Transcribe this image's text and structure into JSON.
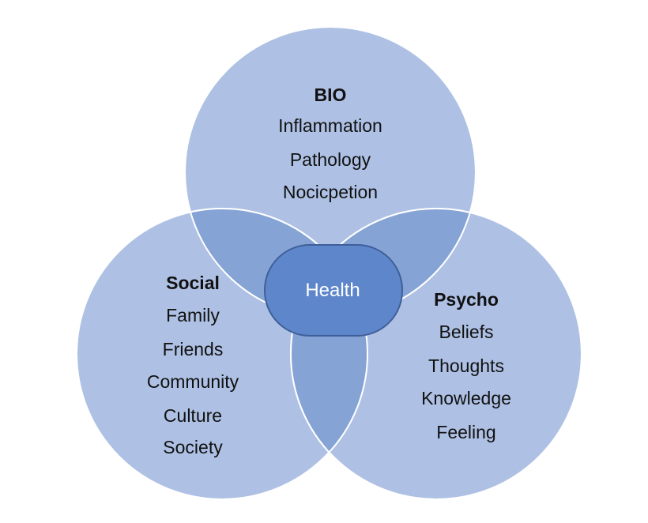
{
  "diagram": {
    "bio": {
      "title": "BIO",
      "items": [
        "Inflammation",
        "Pathology",
        "Nocicpetion"
      ]
    },
    "social": {
      "title": "Social",
      "items": [
        "Family",
        "Friends",
        "Community",
        "Culture",
        "Society"
      ]
    },
    "psycho": {
      "title": "Psycho",
      "items": [
        "Beliefs",
        "Thoughts",
        "Knowledge",
        "Feeling"
      ]
    },
    "center": {
      "label": "Health"
    },
    "colors": {
      "circle_fill": "#aec1e4",
      "overlap_fill": "#86a3d5",
      "center_fill": "#5e86cb",
      "center_stroke": "#3f5f99",
      "circle_stroke": "#ffffff"
    }
  }
}
